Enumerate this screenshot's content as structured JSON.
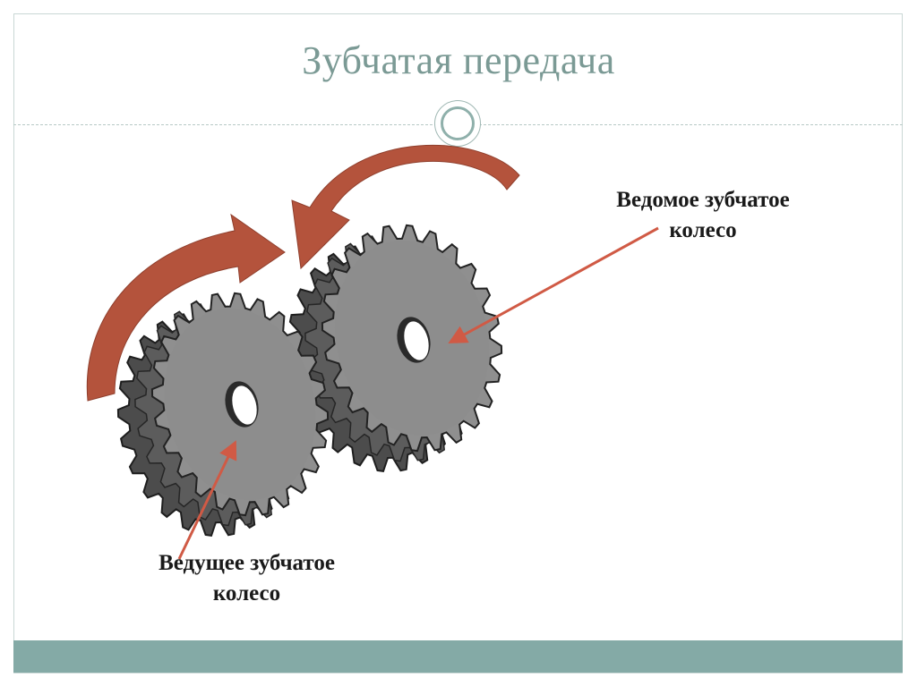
{
  "slide": {
    "title": "Зубчатая передача"
  },
  "labels": {
    "driven": {
      "line1": "Ведомое зубчатое",
      "line2": "колесо"
    },
    "driving": {
      "line1": "Ведущее зубчатое",
      "line2": "колесо"
    }
  },
  "colors": {
    "title": "#7b9a95",
    "accent": "#84aaa6",
    "gear_face": "#8f8f8f",
    "gear_teeth": "#555555",
    "rotation_arrow": "#b4533c",
    "pointer_arrow": "#d05a45"
  },
  "icons": {
    "divider": "double-circle-icon",
    "rotation": "curved-arrow-icon",
    "pointer": "straight-arrow-icon"
  }
}
